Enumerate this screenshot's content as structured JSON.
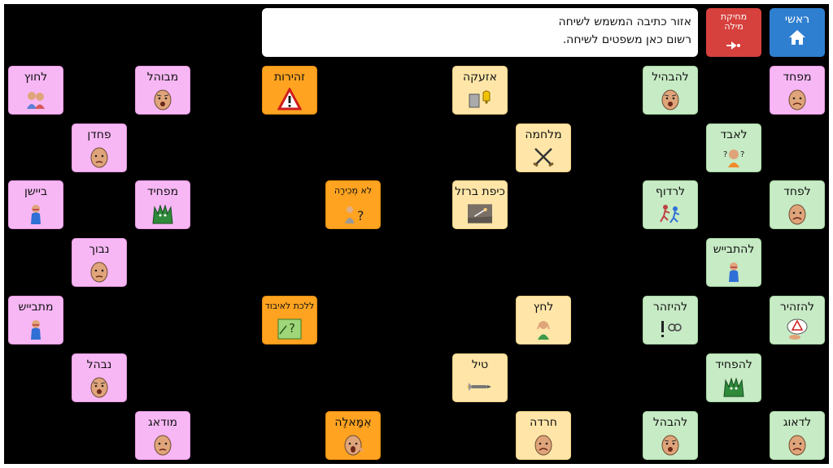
{
  "toolbar": {
    "home_label": "ראשי",
    "home_icon": "home-icon",
    "delete_label_line1": "מחיקת",
    "delete_label_line2": "מילה",
    "delete_icon": "backspace-icon"
  },
  "message_area": {
    "line1": "אזור כתיבה המשמש לשיחה",
    "line2": "רשום כאן משפטים לשיחה."
  },
  "colors": {
    "pink": "#f7b7f4",
    "green": "#c7ebc5",
    "orange": "#ffa321",
    "cream": "#ffe6a8",
    "home": "#2f7fd0",
    "delete": "#d6413d"
  },
  "tiles": [
    {
      "label": "מפחד",
      "color": "pink",
      "icon": "scared-face-icon"
    },
    {
      "label": "להבהיל",
      "color": "green",
      "icon": "startle-icon"
    },
    {
      "label": "אזעקה",
      "color": "cream",
      "icon": "alarm-icon"
    },
    {
      "label": "זהירות",
      "color": "orange",
      "icon": "warning-icon"
    },
    {
      "label": "מבוהל",
      "color": "pink",
      "icon": "frightened-face-icon"
    },
    {
      "label": "לחוץ",
      "color": "pink",
      "icon": "stressed-people-icon"
    },
    {
      "label": "לאבד",
      "color": "green",
      "icon": "lose-icon"
    },
    {
      "label": "מלחמה",
      "color": "cream",
      "icon": "crossed-swords-icon"
    },
    {
      "label": "פחדן",
      "color": "pink",
      "icon": "coward-face-icon"
    },
    {
      "label": "לפחד",
      "color": "green",
      "icon": "afraid-face-icon"
    },
    {
      "label": "לרדוף",
      "color": "green",
      "icon": "chase-icon"
    },
    {
      "label": "כיפת ברזל",
      "color": "cream",
      "icon": "iron-dome-icon"
    },
    {
      "label": "לא מְכִירָה",
      "color": "orange",
      "icon": "unknown-person-icon"
    },
    {
      "label": "מפחיד",
      "color": "pink",
      "icon": "monster-icon"
    },
    {
      "label": "ביישן",
      "color": "pink",
      "icon": "shy-person-icon"
    },
    {
      "label": "להתבייש",
      "color": "green",
      "icon": "be-ashamed-icon"
    },
    {
      "label": "נבוך",
      "color": "pink",
      "icon": "embarrassed-face-icon"
    },
    {
      "label": "להזהיר",
      "color": "green",
      "icon": "warn-icon"
    },
    {
      "label": "להיזהר",
      "color": "green",
      "icon": "beware-icon"
    },
    {
      "label": "לחץ",
      "color": "cream",
      "icon": "pressure-icon"
    },
    {
      "label": "ללכת לאיבוד",
      "color": "orange",
      "icon": "get-lost-icon"
    },
    {
      "label": "מתבייש",
      "color": "pink",
      "icon": "ashamed-icon"
    },
    {
      "label": "להפחיד",
      "color": "green",
      "icon": "scare-monster-icon"
    },
    {
      "label": "טיל",
      "color": "cream",
      "icon": "missile-icon"
    },
    {
      "label": "נבהל",
      "color": "pink",
      "icon": "startled-face-icon"
    },
    {
      "label": "לדאוג",
      "color": "green",
      "icon": "worry-face-icon"
    },
    {
      "label": "להבהל",
      "color": "green",
      "icon": "be-startled-icon"
    },
    {
      "label": "חרדה",
      "color": "cream",
      "icon": "anxiety-face-icon"
    },
    {
      "label": "אִמָּאלֶה",
      "color": "orange",
      "icon": "oh-mommy-icon"
    },
    {
      "label": "מודאג",
      "color": "pink",
      "icon": "worried-face-icon"
    }
  ]
}
